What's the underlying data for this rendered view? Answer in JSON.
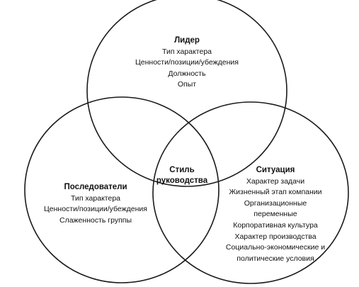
{
  "circles": [
    {
      "name": "leader"
    },
    {
      "name": "followers"
    },
    {
      "name": "situation"
    }
  ],
  "leader": {
    "title": "Лидер",
    "items": [
      "Тип характера",
      "Ценности/позиции/убеждения",
      "Должность",
      "Опыт"
    ]
  },
  "followers": {
    "title": "Последователи",
    "items": [
      "Тип характера",
      "Ценности/позиции/убеждения",
      "Слаженность группы"
    ]
  },
  "situation": {
    "title": "Ситуация",
    "items": [
      "Характер задачи",
      "Жизненный этап компании",
      "Организационные",
      "переменные",
      "Корпоративная культура",
      "Характер производства",
      "Социально-экономические и",
      "политические условия"
    ]
  },
  "center": {
    "line1": "Стиль",
    "line2": "руководства"
  }
}
